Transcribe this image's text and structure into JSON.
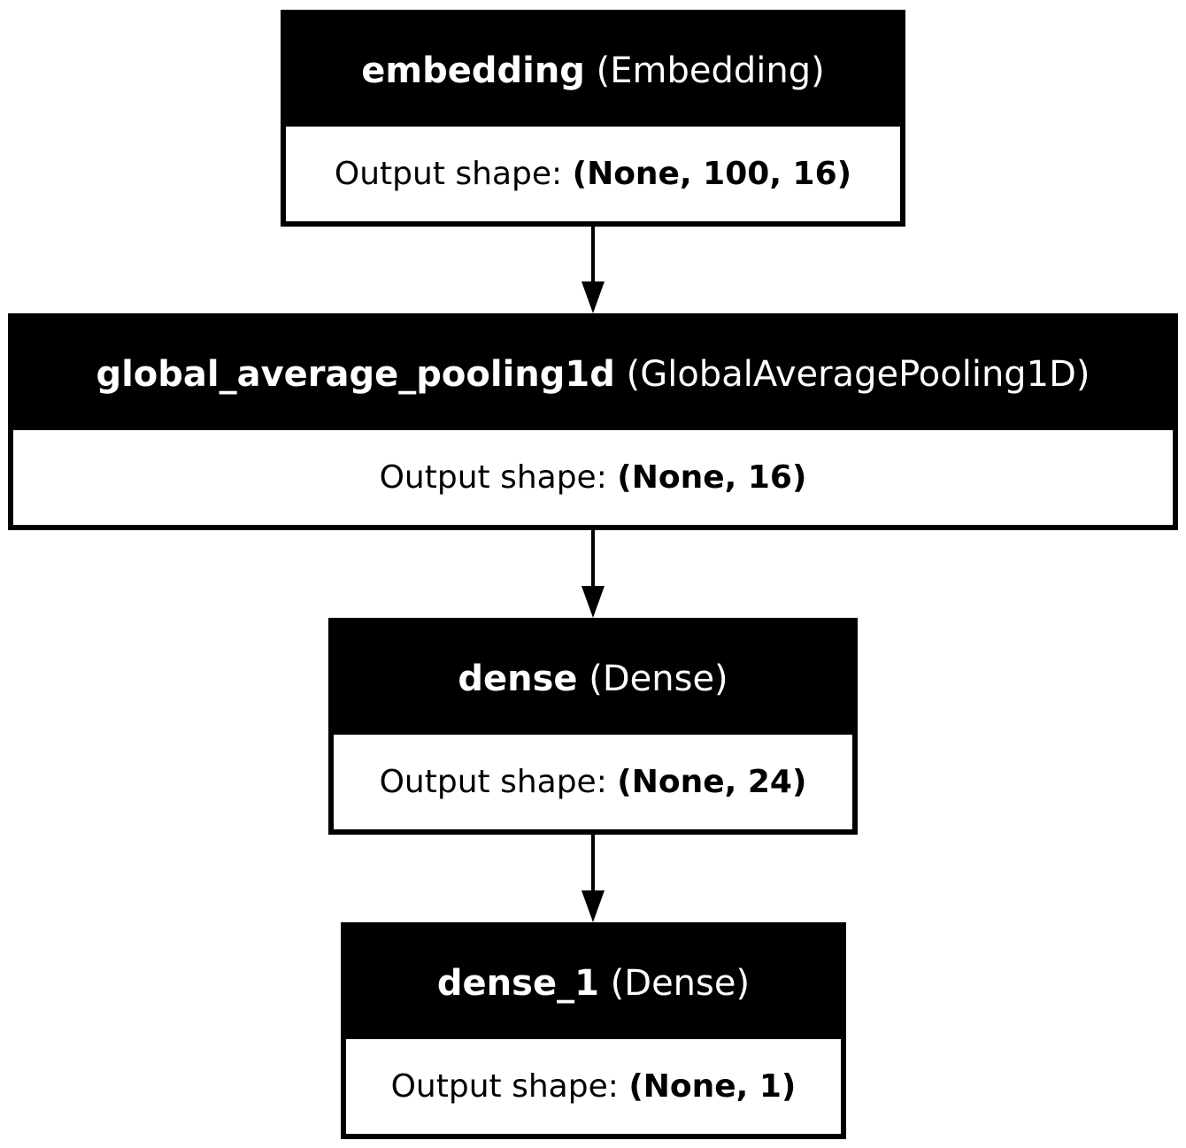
{
  "layers": [
    {
      "name": "embedding",
      "type": "(Embedding)",
      "output_label": "Output shape: ",
      "output_shape": "(None, 100, 16)"
    },
    {
      "name": "global_average_pooling1d",
      "type": "(GlobalAveragePooling1D)",
      "output_label": "Output shape: ",
      "output_shape": "(None, 16)"
    },
    {
      "name": "dense",
      "type": "(Dense)",
      "output_label": "Output shape: ",
      "output_shape": "(None, 24)"
    },
    {
      "name": "dense_1",
      "type": "(Dense)",
      "output_label": "Output shape: ",
      "output_shape": "(None, 1)"
    }
  ],
  "edges": [
    {
      "from": "embedding",
      "to": "global_average_pooling1d"
    },
    {
      "from": "global_average_pooling1d",
      "to": "dense"
    },
    {
      "from": "dense",
      "to": "dense_1"
    }
  ]
}
